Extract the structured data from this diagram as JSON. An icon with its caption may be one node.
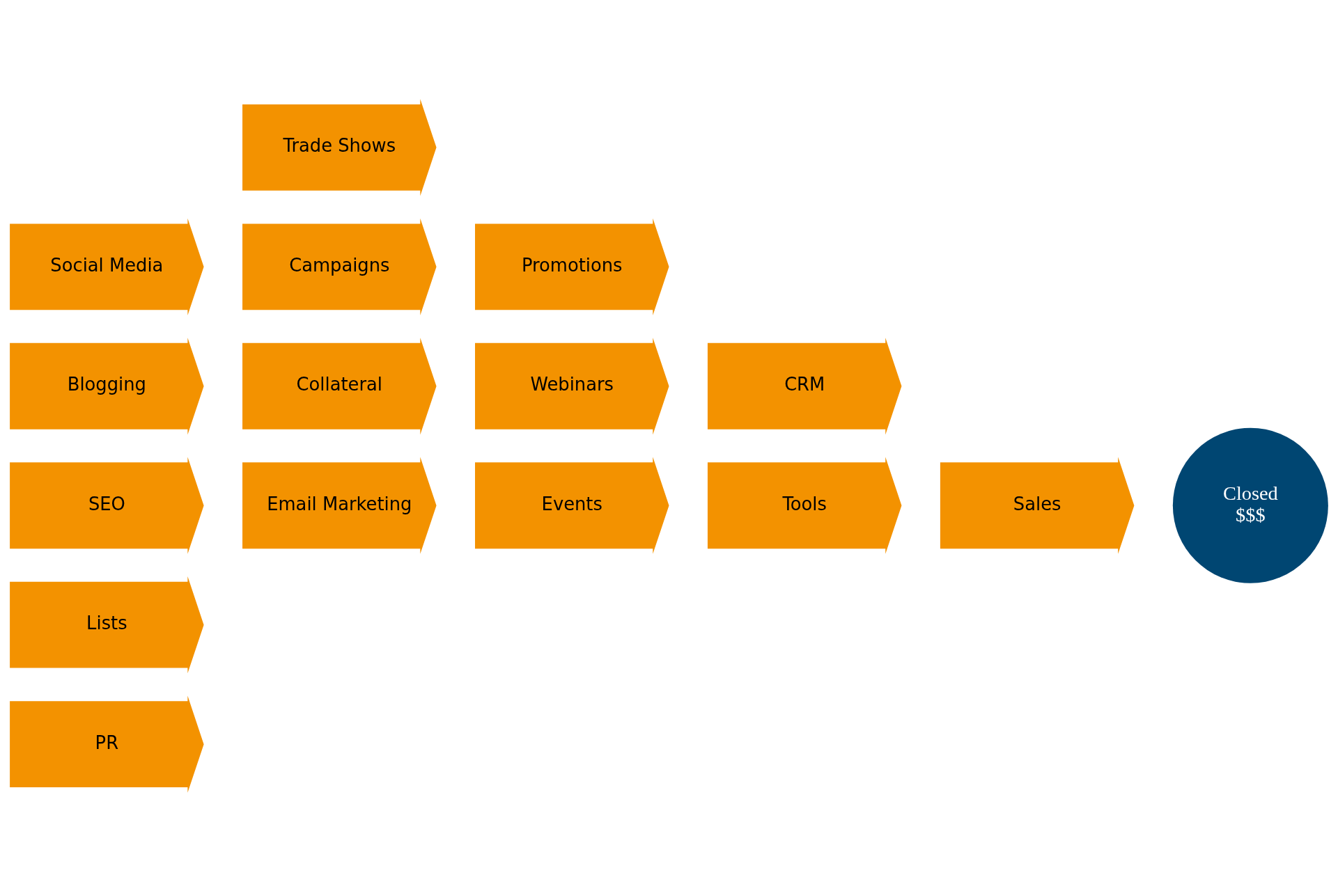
{
  "diagram": {
    "nodes": [
      {
        "text": [
          "PR"
        ]
      },
      {
        "text": [
          "Lists"
        ]
      },
      {
        "text": [
          "SEO"
        ]
      },
      {
        "text": [
          "Blogging"
        ]
      },
      {
        "text": [
          "Social Media"
        ]
      },
      {
        "text": [
          "Collateral"
        ]
      },
      {
        "text": [
          "Campaigns"
        ]
      },
      {
        "text": [
          "Email Marketing"
        ]
      },
      {
        "text": [
          "Trade Shows"
        ]
      },
      {
        "text": [
          "Webinars"
        ]
      },
      {
        "text": [
          "Events"
        ]
      },
      {
        "text": [
          "Promotions"
        ]
      },
      {
        "text": [
          "CRM"
        ]
      },
      {
        "text": [
          "Tools"
        ]
      },
      {
        "text": [
          "Sales"
        ]
      },
      {
        "text": [
          "Closed",
          "$$$"
        ]
      }
    ],
    "edges": []
  }
}
